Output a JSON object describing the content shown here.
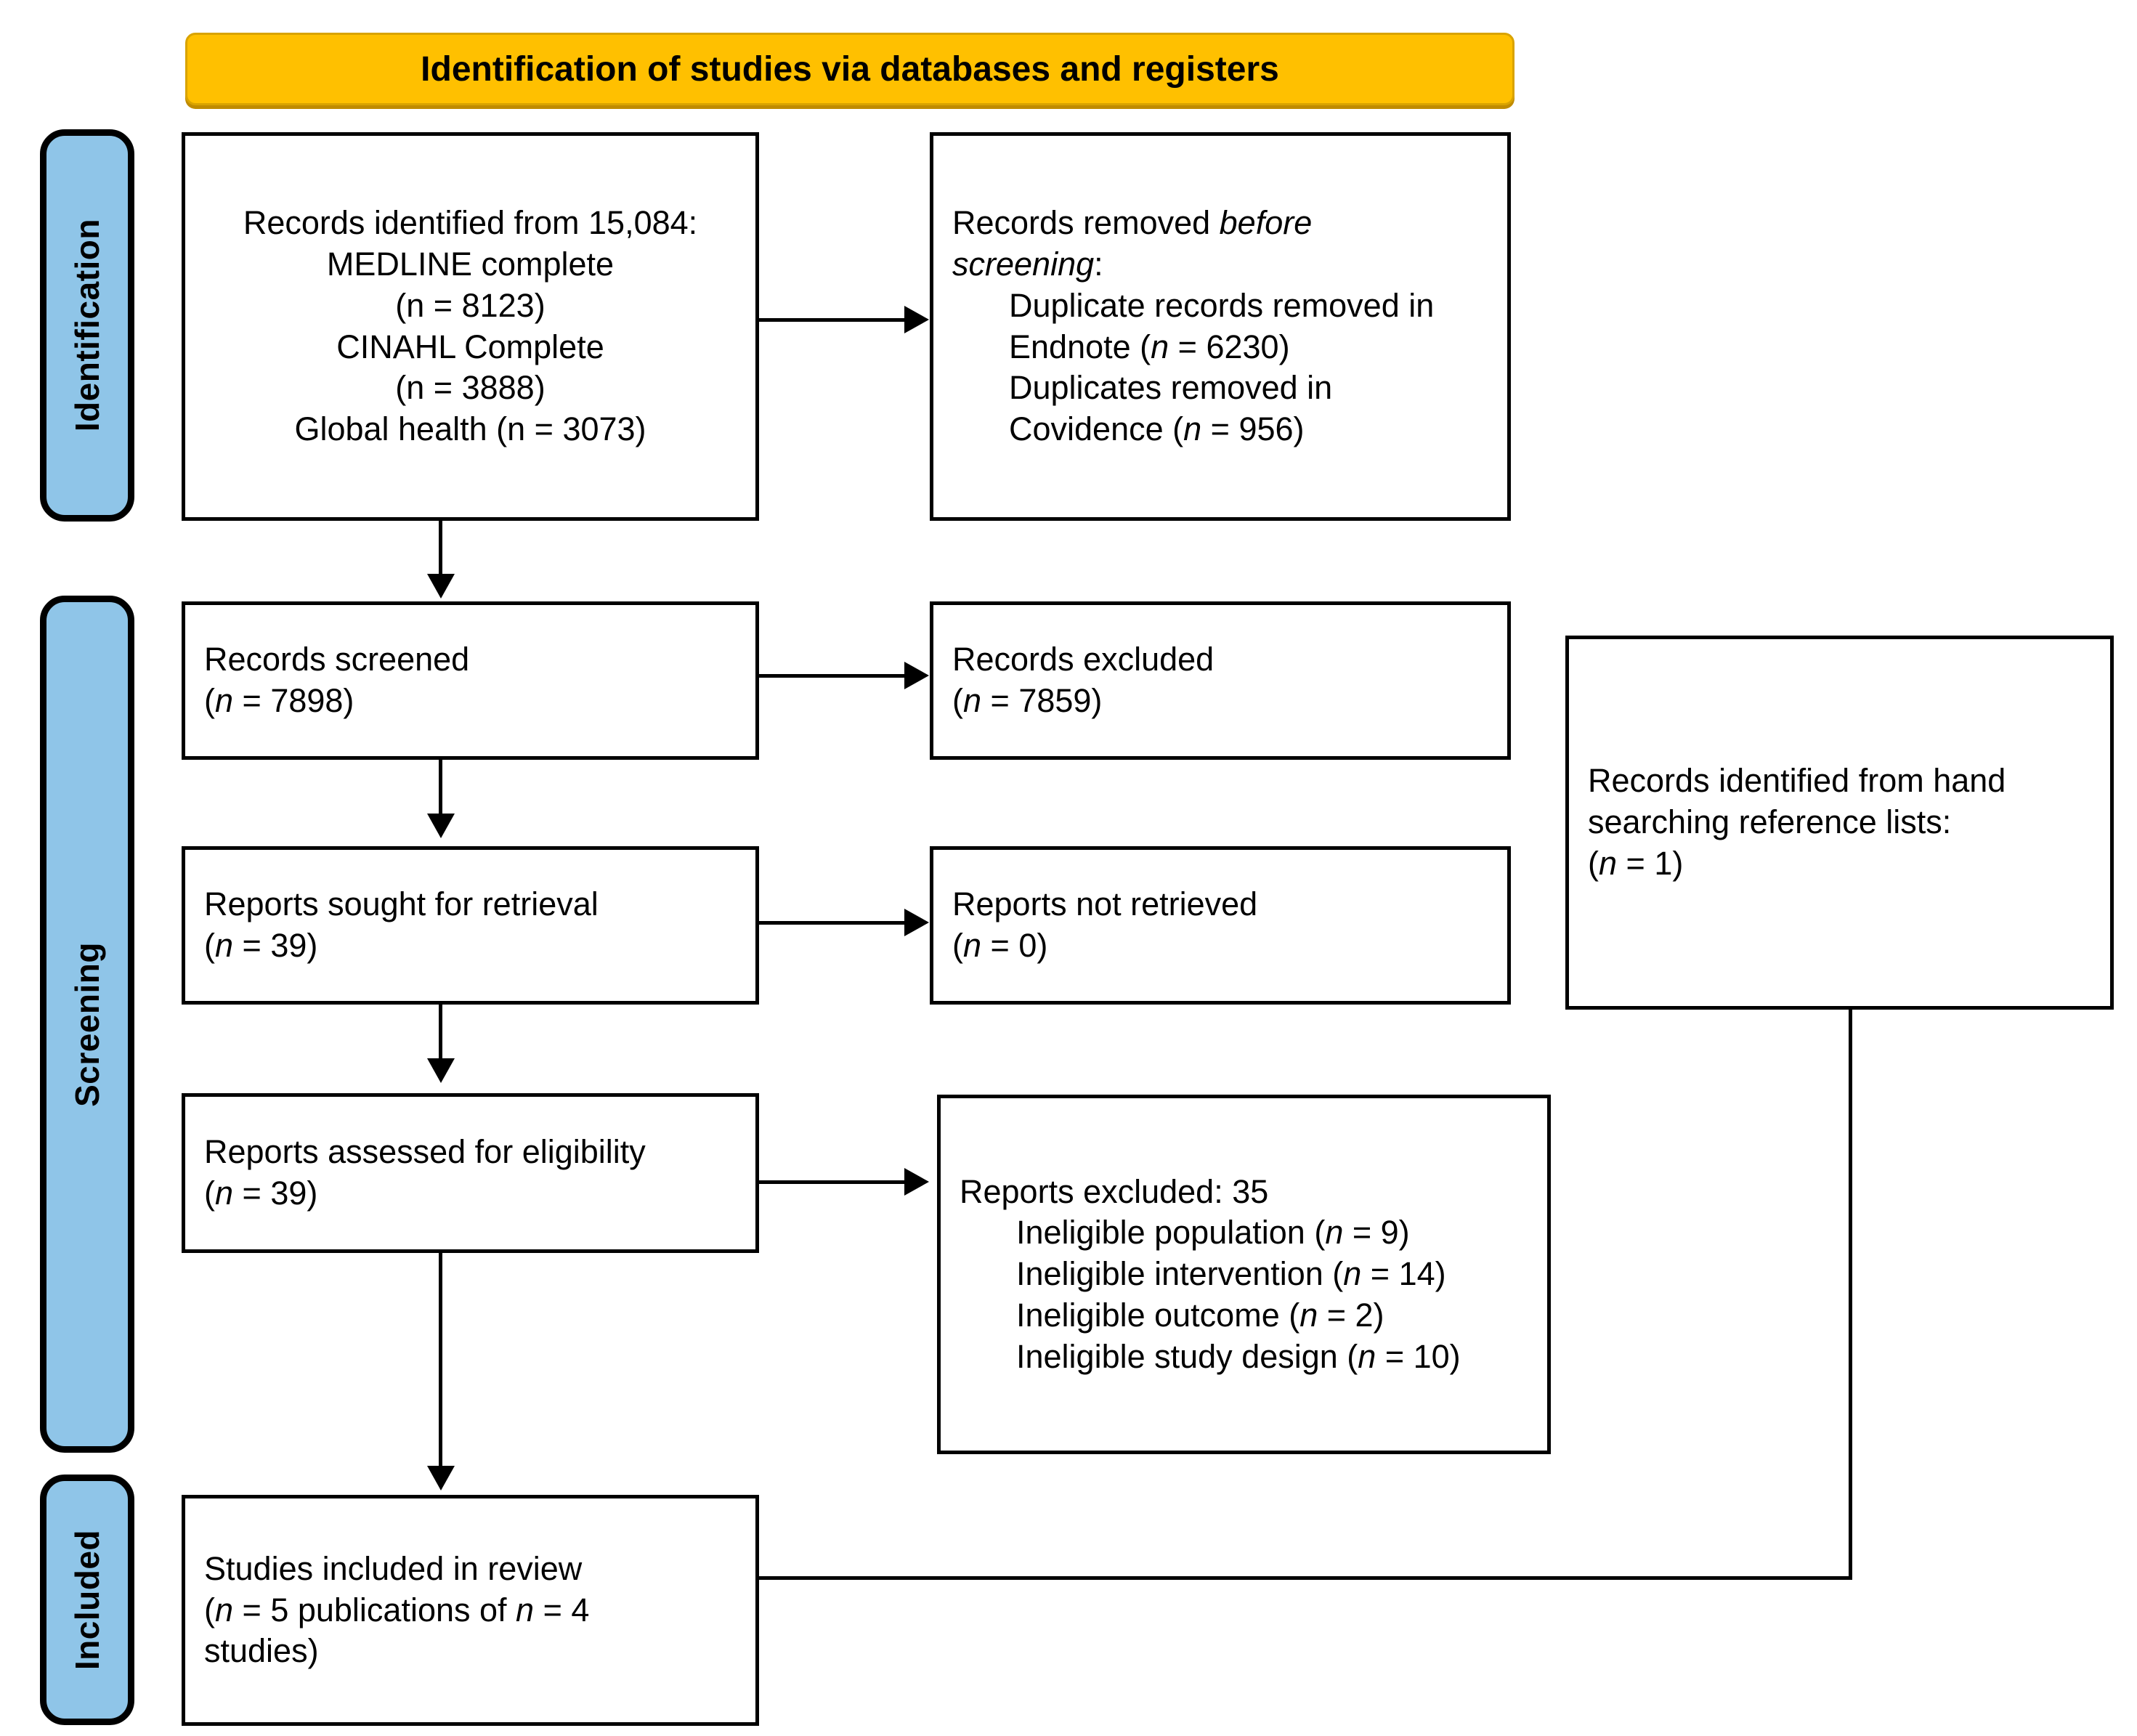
{
  "colors": {
    "banner_fill": "#FFC000",
    "tab_fill": "#8FC5E8",
    "stroke": "#000000"
  },
  "banner": {
    "title": "Identification of studies via databases and registers"
  },
  "phase_tabs": [
    {
      "label": "Identification"
    },
    {
      "label": "Screening"
    },
    {
      "label": "Included"
    }
  ],
  "boxes": {
    "records_identified": {
      "lines": [
        "Records identified from 15,084:",
        "MEDLINE complete",
        "(n = 8123)",
        "CINAHL Complete",
        "(n = 3888)",
        "Global health (n = 3073)"
      ]
    },
    "records_removed": {
      "lines": [
        "Records removed before",
        "screening:",
        "Duplicate records removed in",
        "Endnote (n = 6230)",
        "Duplicates removed in",
        "Covidence (n = 956)"
      ]
    },
    "records_screened": {
      "lines": [
        "Records screened",
        "(n = 7898)"
      ]
    },
    "records_excluded": {
      "lines": [
        "Records excluded",
        "(n = 7859)"
      ]
    },
    "reports_sought": {
      "lines": [
        "Reports sought for retrieval",
        "(n = 39)"
      ]
    },
    "reports_not_retrieved": {
      "lines": [
        "Reports not retrieved",
        "(n = 0)"
      ]
    },
    "reports_assessed": {
      "lines": [
        "Reports assessed for eligibility",
        "(n = 39)"
      ]
    },
    "reports_excluded": {
      "lines": [
        "Reports excluded: 35",
        "Ineligible population (n = 9)",
        "Ineligible intervention (n = 14)",
        "Ineligible outcome (n = 2)",
        "Ineligible study design (n = 10)"
      ]
    },
    "hand_searching": {
      "lines": [
        "Records identified from hand",
        "searching reference lists:",
        "(n = 1)"
      ]
    },
    "studies_included": {
      "lines": [
        "Studies included in review",
        "(n = 5 publications of n = 4",
        "studies)"
      ]
    }
  }
}
